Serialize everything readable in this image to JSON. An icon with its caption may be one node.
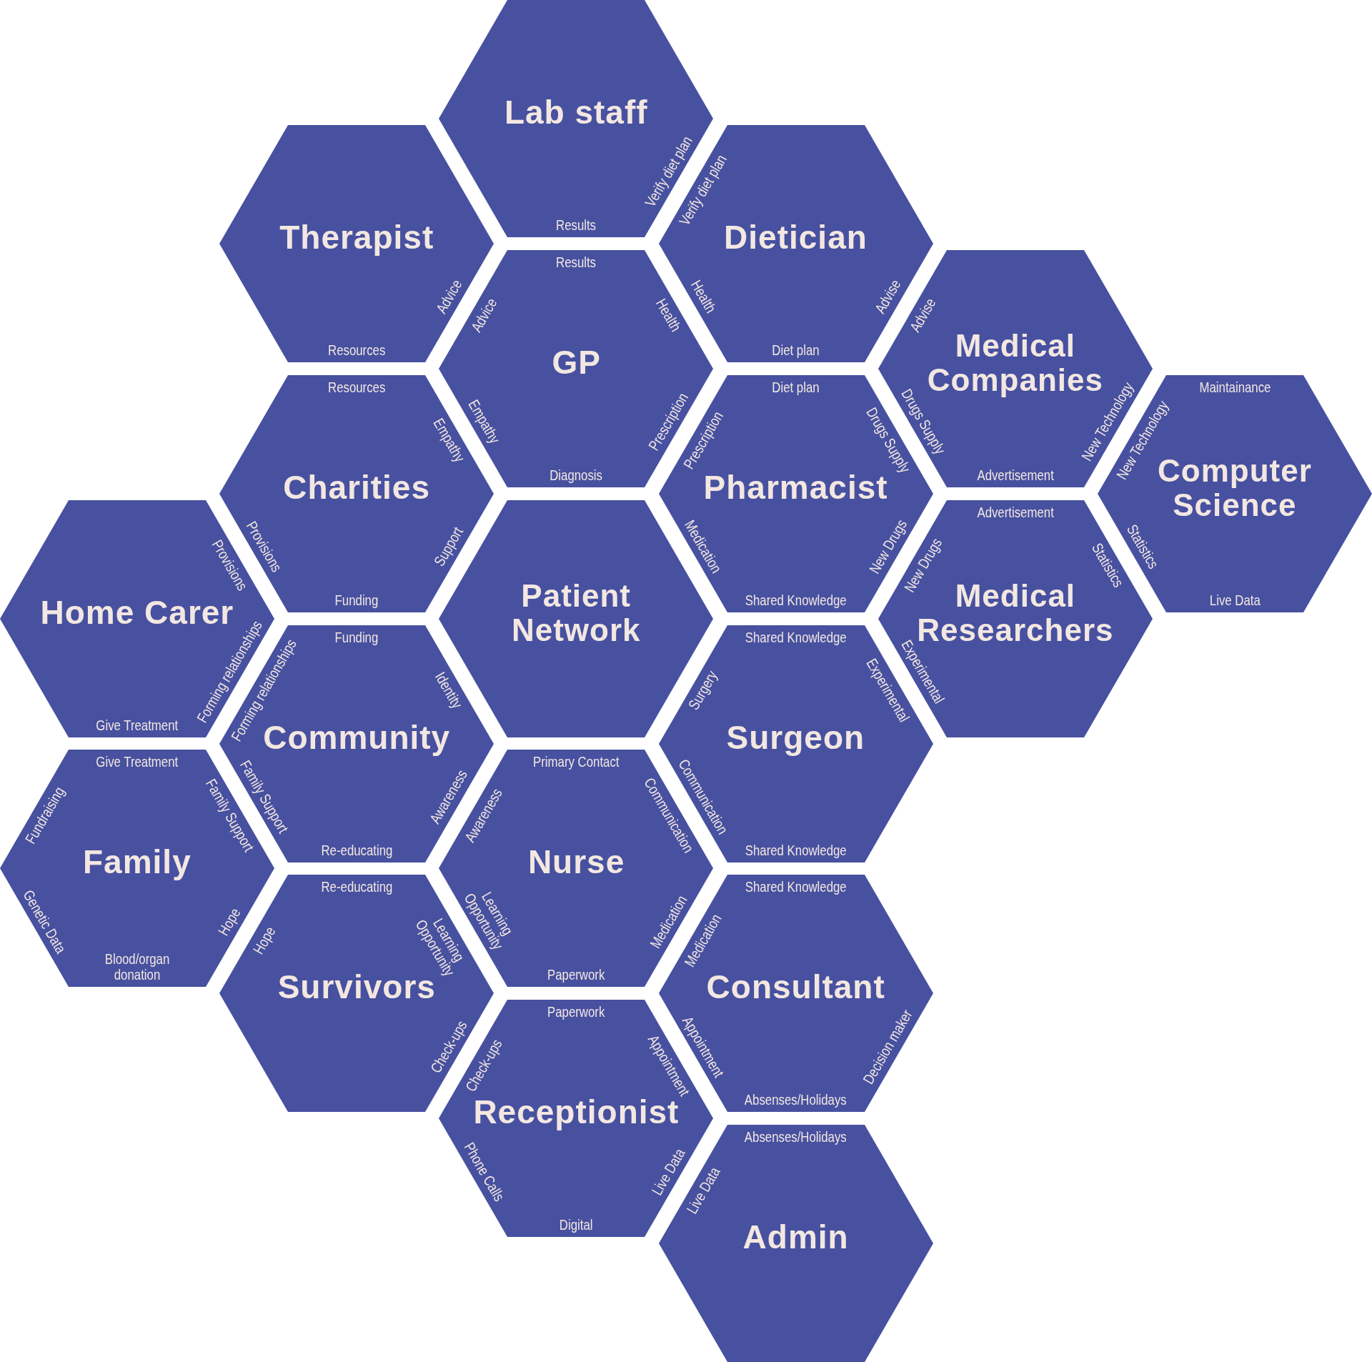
{
  "diagram": {
    "nodes": [
      {
        "text": [
          "Lab staff",
          "Verify diet plan",
          "Results"
        ]
      },
      {
        "text": [
          "Therapist",
          "Advice",
          "Resources"
        ]
      },
      {
        "text": [
          "Verify diet plan",
          "Dietician",
          "Health",
          "Advise",
          "Diet plan"
        ]
      },
      {
        "text": [
          "Results",
          "Advice",
          "Health",
          "GP",
          "Empathy",
          "Prescription",
          "Diagnosis"
        ]
      },
      {
        "text": [
          "Advise",
          "Medical Companies",
          "Drugs Supply",
          "New Technology",
          "Advertisement"
        ]
      },
      {
        "text": [
          "Resources",
          "Empathy",
          "Charities",
          "Provisions",
          "Support",
          "Funding"
        ]
      },
      {
        "text": [
          "Diet plan",
          "Prescription",
          "Drugs Supply",
          "Pharmacist",
          "Medication",
          "New Drugs",
          "Shared Knowledge"
        ]
      },
      {
        "text": [
          "Maintainance",
          "New Technology",
          "Computer Science",
          "Statistics",
          "Live Data"
        ]
      },
      {
        "text": [
          "Provisions",
          "Home Carer",
          "Forming relationships",
          "Give Treatment"
        ]
      },
      {
        "text": [
          "Patient Network"
        ]
      },
      {
        "text": [
          "Advertisement",
          "New Drugs",
          "Statistics",
          "Medical Researchers",
          "Experimental"
        ]
      },
      {
        "text": [
          "Funding",
          "Forming relationships",
          "Identity",
          "Community",
          "Family Support",
          "Awareness",
          "Re-educating"
        ]
      },
      {
        "text": [
          "Shared Knowledge",
          "Surgery",
          "Experimental",
          "Surgeon",
          "Communication",
          "Shared Knowledge"
        ]
      },
      {
        "text": [
          "Give Treatment",
          "Fundraising",
          "Family Support",
          "Family",
          "Genetic Data",
          "Hope",
          "Blood/organ donation"
        ]
      },
      {
        "text": [
          "Primary Contact",
          "Awareness",
          "Communication",
          "Nurse",
          "Learning Opportunity",
          "Medication",
          "Paperwork"
        ]
      },
      {
        "text": [
          "Re-educating",
          "Hope",
          "Learning Opportunity",
          "Survivors",
          "Check-ups"
        ]
      },
      {
        "text": [
          "Shared Knowledge",
          "Medication",
          "Consultant",
          "Appointment",
          "Decision maker",
          "Absenses/Holidays"
        ]
      },
      {
        "text": [
          "Paperwork",
          "Check-ups",
          "Appointment",
          "Receptionist",
          "Phone Calls",
          "Live Data",
          "Digital"
        ]
      },
      {
        "text": [
          "Absenses/Holidays",
          "Live Data",
          "Admin"
        ]
      }
    ]
  }
}
